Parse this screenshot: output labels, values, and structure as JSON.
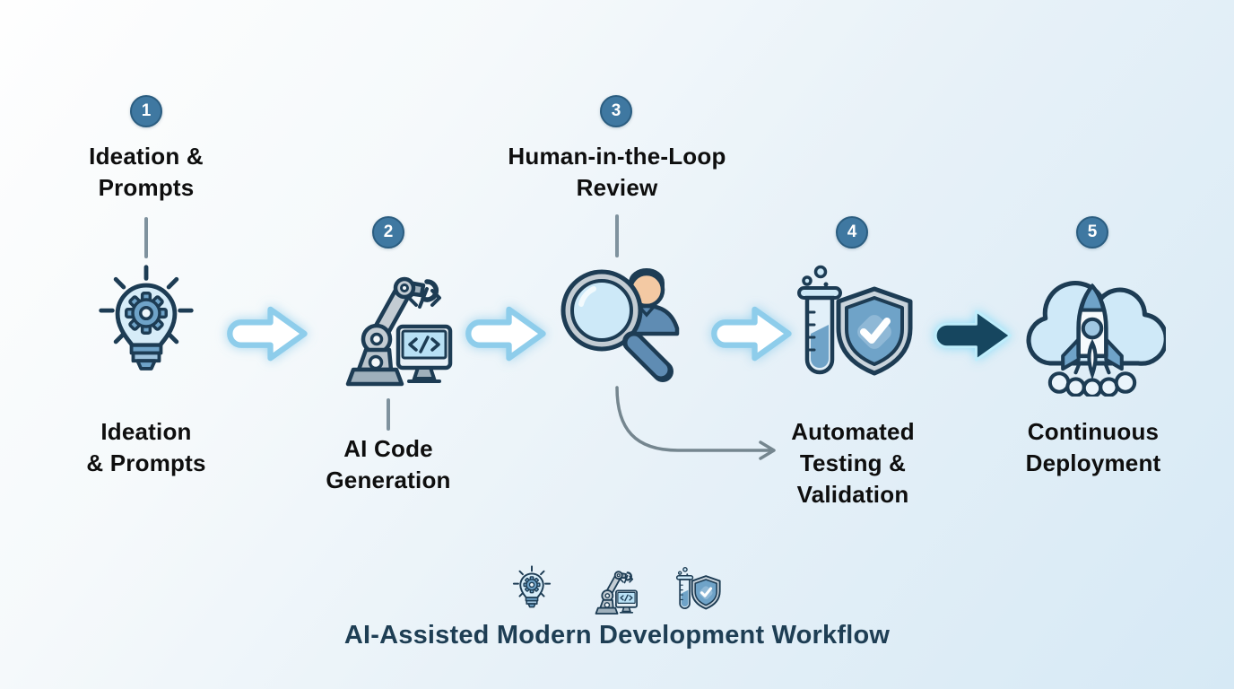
{
  "diagram": {
    "footer_title": "AI-Assisted Modern Development Workflow"
  },
  "steps": [
    {
      "number": "1",
      "icon": "lightbulb-gear",
      "top_label": {
        "line1": "Ideation &",
        "line2": "Prompts"
      },
      "bottom_label": {
        "line1": "Ideation",
        "line2": "& Prompts"
      }
    },
    {
      "number": "2",
      "icon": "robot-arm-code-monitor",
      "bottom_label": {
        "line1": "AI Code",
        "line2": "Generation"
      }
    },
    {
      "number": "3",
      "icon": "magnifier-human-reviewer",
      "top_label": {
        "line1": "Human-in-the-Loop",
        "line2": "Review"
      }
    },
    {
      "number": "4",
      "icon": "test-tube-shield-check",
      "bottom_label": {
        "line1": "Automated",
        "line2": "Testing &",
        "line3": "Validation"
      }
    },
    {
      "number": "5",
      "icon": "cloud-rocket-launch",
      "bottom_label": {
        "line1": "Continuous",
        "line2": "Deployment"
      }
    }
  ],
  "footer_icons": [
    "lightbulb-gear",
    "robot-arm-code-monitor",
    "test-tube-shield-check"
  ],
  "colors": {
    "badge": "#3f78a1",
    "badge_border": "#2b5d80",
    "icon_outline": "#1d3c54",
    "icon_fill_light": "#cde9f8",
    "icon_fill_mid": "#6fa3c8",
    "arrow_light_stroke": "#8ecdeb",
    "arrow_dark_fill": "#16465f",
    "connector_gray": "#7f929e",
    "label_text": "#0e0e0e",
    "footer_title": "#1e3e54",
    "background_start": "#fefefe",
    "background_end": "#d6e9f5"
  }
}
